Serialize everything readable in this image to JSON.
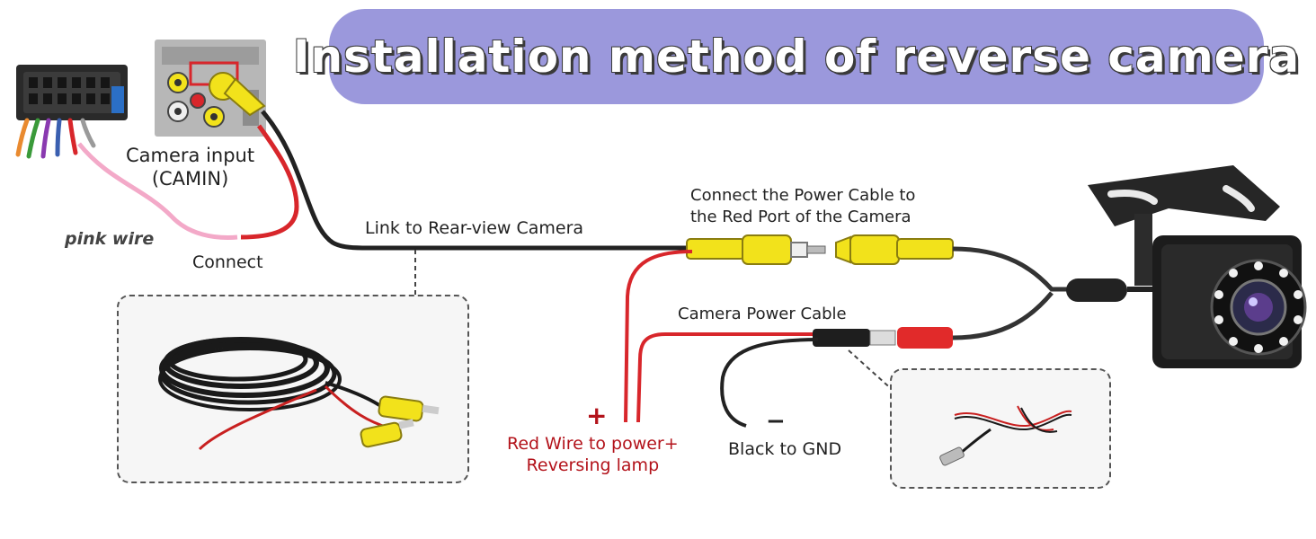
{
  "title": "Installation method of reverse camera",
  "labels": {
    "camera_input": "Camera input\n(CAMIN)",
    "pink_wire": "pink wire",
    "connect": "Connect",
    "link_rear_view": "Link to Rear-view Camera",
    "connect_power_cable": "Connect the Power Cable to\nthe Red Port of the Camera",
    "camera_power_cable": "Camera Power Cable",
    "red_wire": "Red Wire to power+\nReversing lamp",
    "black_gnd": "Black to GND",
    "plus_sign": "+",
    "minus_sign": "−"
  },
  "colors": {
    "banner": "#9b98dc",
    "rca_yellow": "#f2e21b",
    "wire_red": "#d8262b",
    "wire_black": "#222222",
    "wire_pink": "#f3a9c8",
    "label_red": "#b3131b"
  },
  "icons": [
    "radio-connector-icon",
    "head-unit-icon",
    "rca-plug-icon",
    "camera-icon",
    "cable-coil-icon",
    "power-cable-icon"
  ]
}
